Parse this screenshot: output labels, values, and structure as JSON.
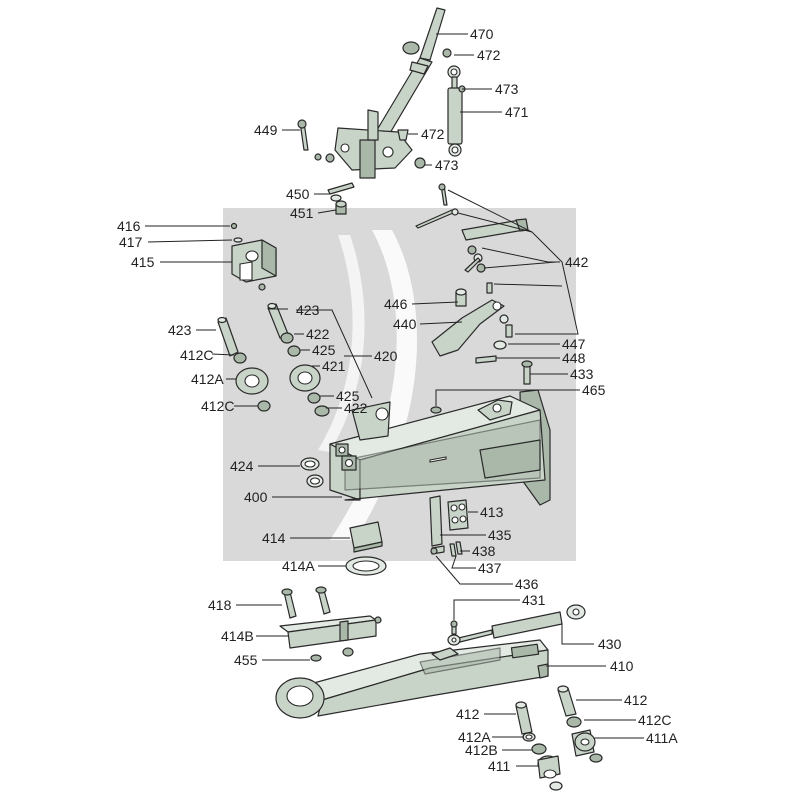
{
  "labels": {
    "l470": "470",
    "l472a": "472",
    "l473a": "473",
    "l471": "471",
    "l449": "449",
    "l472b": "472",
    "l473b": "473",
    "l450": "450",
    "l451": "451",
    "l416": "416",
    "l417": "417",
    "l415": "415",
    "l442": "442",
    "l446": "446",
    "l440": "440",
    "l423a": "423",
    "l422a": "422",
    "l425a": "425",
    "l420": "420",
    "l421": "421",
    "l425b": "425",
    "l422b": "422",
    "l423b": "423",
    "l412Ca": "412C",
    "l412Aa": "412A",
    "l412Cb": "412C",
    "l447": "447",
    "l448": "448",
    "l433": "433",
    "l465": "465",
    "l424": "424",
    "l400": "400",
    "l413": "413",
    "l435": "435",
    "l438": "438",
    "l437": "437",
    "l436": "436",
    "l414": "414",
    "l414A": "414A",
    "l418": "418",
    "l431": "431",
    "l430": "430",
    "l414B": "414B",
    "l455": "455",
    "l410": "410",
    "l412a": "412",
    "l412b": "412",
    "l412Cc": "412C",
    "l412Ab": "412A",
    "l411A": "411A",
    "l412B": "412B",
    "l411": "411"
  }
}
